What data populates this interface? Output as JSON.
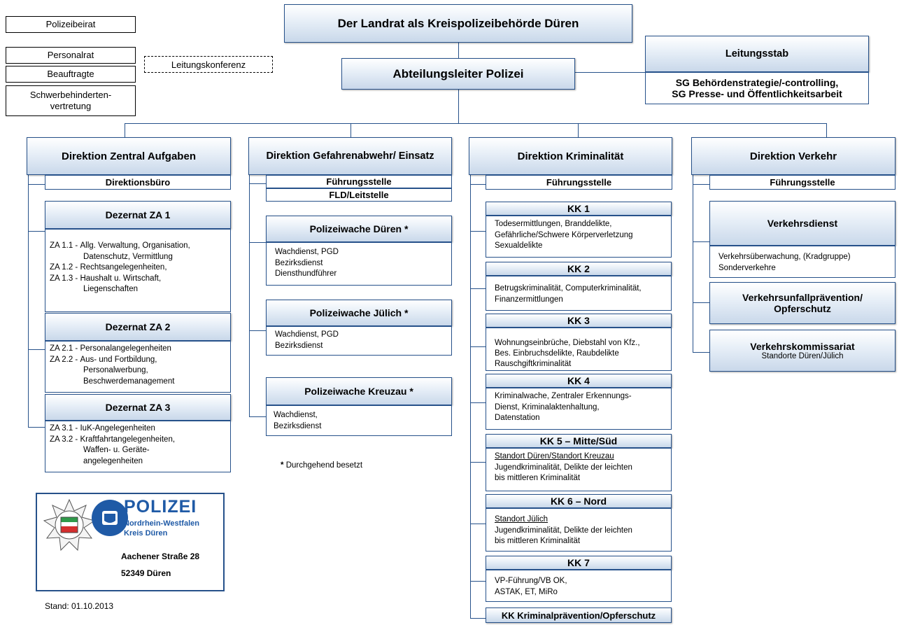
{
  "top": {
    "landrat": "Der Landrat als Kreispolizeibehörde Düren",
    "abteilungsleiter": "Abteilungsleiter Polizei",
    "leitungsstab": "Leitungsstab",
    "leitungsstab_detail_1": "SG Behördenstrategie/-controlling,",
    "leitungsstab_detail_2": "SG Presse- und Öffentlichkeitsarbeit",
    "polizeibeirat": "Polizeibeirat",
    "personalrat": "Personalrat",
    "beauftragte": "Beauftragte",
    "schwerbehinderten_1": "Schwerbehinderten-",
    "schwerbehinderten_2": "vertretung",
    "leitungskonferenz": "Leitungskonferenz"
  },
  "za": {
    "title": "Direktion Zentral Aufgaben",
    "buero": "Direktionsbüro",
    "d1": {
      "title": "Dezernat ZA 1",
      "lines": [
        {
          "code": "ZA 1.1 -",
          "text": "Allg. Verwaltung, Organisation,"
        },
        {
          "code": "",
          "text": "Datenschutz,  Vermittlung"
        },
        {
          "code": "ZA 1.2 -",
          "text": "Rechtsangelegenheiten,"
        },
        {
          "code": "ZA 1.3 -",
          "text": "Haushalt u. Wirtschaft,"
        },
        {
          "code": "",
          "text": "Liegenschaften"
        }
      ]
    },
    "d2": {
      "title": "Dezernat ZA 2",
      "lines": [
        {
          "code": "ZA 2.1 -",
          "text": "Personalangelegenheiten"
        },
        {
          "code": "ZA 2.2 -",
          "text": "Aus- und Fortbildung,"
        },
        {
          "code": "",
          "text": "Personalwerbung,"
        },
        {
          "code": "",
          "text": "Beschwerdemanagement"
        }
      ]
    },
    "d3": {
      "title": "Dezernat ZA 3",
      "lines": [
        {
          "code": "ZA 3.1 -",
          "text": "IuK-Angelegenheiten"
        },
        {
          "code": "ZA 3.2 -",
          "text": "Kraftfahrtangelegenheiten,"
        },
        {
          "code": "",
          "text": "Waffen- u. Geräte-"
        },
        {
          "code": "",
          "text": "angelegenheiten"
        }
      ]
    }
  },
  "ge": {
    "title": "Direktion Gefahrenabwehr/ Einsatz",
    "fuehrung": "Führungsstelle",
    "fld": "FLD/Leitstelle",
    "w1": {
      "title": "Polizeiwache Düren  *",
      "lines": [
        "Wachdienst, PGD",
        "Bezirksdienst",
        "Diensthundführer"
      ]
    },
    "w2": {
      "title": "Polizeiwache Jülich *",
      "lines": [
        "Wachdienst, PGD",
        "Bezirksdienst"
      ]
    },
    "w3": {
      "title": "Polizeiwache Kreuzau *",
      "lines": [
        "Wachdienst,",
        "Bezirksdienst"
      ]
    },
    "footnote_star": "*",
    "footnote_text": "Durchgehend besetzt"
  },
  "kr": {
    "title": "Direktion Kriminalität",
    "fuehrung": "Führungsstelle",
    "kk1": {
      "title": "KK 1",
      "lines": [
        "Todesermittlungen, Branddelikte,",
        "Gefährliche/Schwere Körperverletzung",
        "Sexualdelikte"
      ]
    },
    "kk2": {
      "title": "KK 2",
      "lines": [
        "Betrugskriminalität, Computerkriminalität,",
        "Finanzermittlungen"
      ]
    },
    "kk3": {
      "title": "KK 3",
      "lines": [
        "Wohnungseinbrüche, Diebstahl von Kfz.,",
        "Bes. Einbruchsdelikte, Raubdelikte",
        "Rauschgiftkriminalität"
      ]
    },
    "kk4": {
      "title": "KK 4",
      "lines": [
        "Kriminalwache, Zentraler Erkennungs-",
        "Dienst, Kriminalaktenhaltung,",
        "Datenstation"
      ]
    },
    "kk5": {
      "title": "KK 5 – Mitte/Süd",
      "underline": "Standort Düren/Standort Kreuzau",
      "lines": [
        "Jugendkriminalität, Delikte der leichten",
        "bis mittleren Kriminalität"
      ]
    },
    "kk6": {
      "title": "KK 6 – Nord",
      "underline": "Standort Jülich",
      "lines": [
        "Jugendkriminalität, Delikte der leichten",
        "bis mittleren Kriminalität"
      ]
    },
    "kk7": {
      "title": "KK 7",
      "lines": [
        "VP-Führung/VB OK,",
        "ASTAK, ET, MiRo"
      ]
    },
    "kkp": {
      "title": "KK Kriminalprävention/Opferschutz"
    }
  },
  "vk": {
    "title": "Direktion Verkehr",
    "fuehrung": "Führungsstelle",
    "vd": {
      "title": "Verkehrsdienst",
      "lines": [
        "Verkehrsüberwachung, (Kradgruppe)",
        "Sonderverkehre"
      ]
    },
    "vup_1": "Verkehrsunfallprävention/",
    "vup_2": "Opferschutz",
    "vkk": {
      "title": "Verkehrskommissariat",
      "detail": "Standorte Düren/Jülich"
    }
  },
  "logo": {
    "polizei": "POLIZEI",
    "land": "Nordrhein-Westfalen",
    "kreis": "Kreis Düren",
    "street": "Aachener Straße 28",
    "city": "52349 Düren"
  },
  "stand": "Stand: 01.10.2013",
  "colors": {
    "line": "#26518a",
    "polizei_blue": "#1f5aa6"
  }
}
